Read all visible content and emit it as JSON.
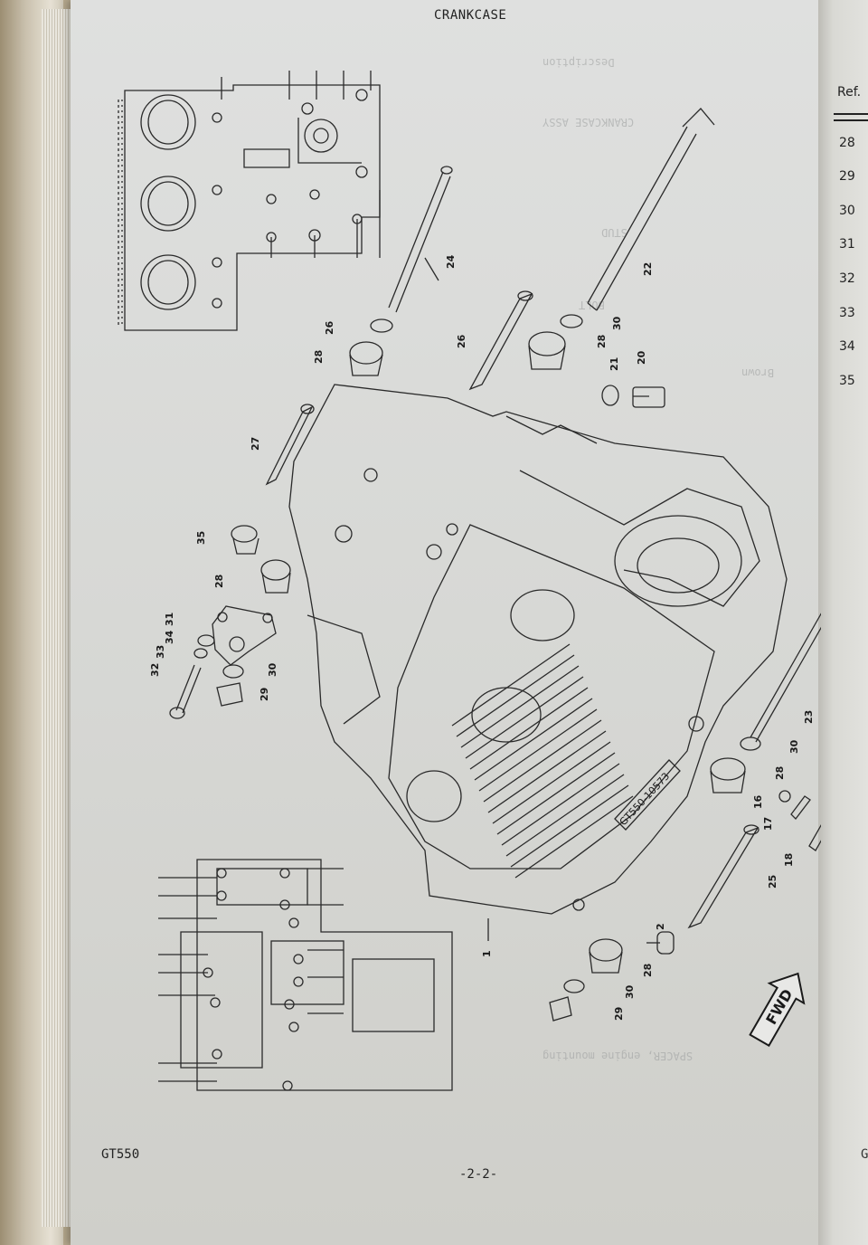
{
  "page": {
    "title": "CRANKCASE",
    "model": "GT550",
    "page_number": "-2-2-"
  },
  "right_page": {
    "ref_header": "Ref.",
    "ref_numbers": [
      "28",
      "29",
      "30",
      "31",
      "32",
      "33",
      "34",
      "35"
    ],
    "footer_fragment": "G"
  },
  "diagram": {
    "stamp": "GT550-10573",
    "fwd_label": "FWD",
    "callouts": [
      "1",
      "2",
      "16",
      "17",
      "18",
      "20",
      "21",
      "22",
      "23",
      "24",
      "25",
      "26",
      "26",
      "27",
      "28",
      "28",
      "28",
      "28",
      "28",
      "29",
      "29",
      "30",
      "30",
      "30",
      "30",
      "31",
      "32",
      "33",
      "34",
      "35"
    ]
  },
  "bleed_through": [
    "Description",
    "CRANKCASE ASSY",
    "BOLT",
    "SPACER, engine mounting",
    "STUD",
    "Brown"
  ],
  "colors": {
    "paper": "#d9dad8",
    "ink": "#1a1a1a"
  }
}
